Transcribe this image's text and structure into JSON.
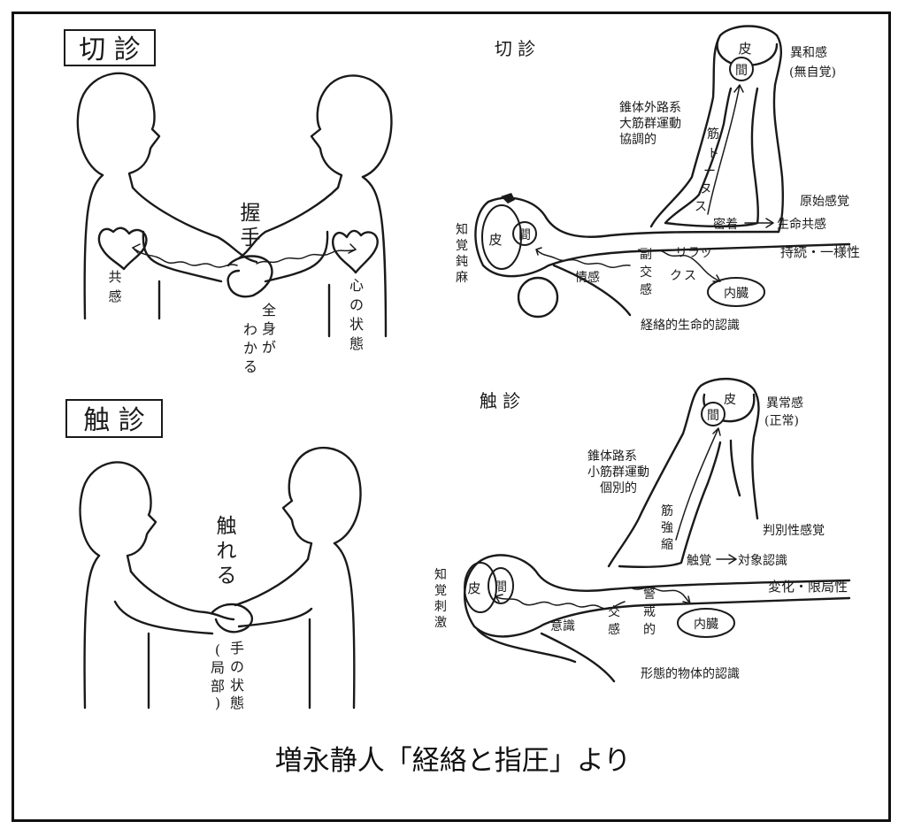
{
  "left_panel": {
    "setsu_box": "切 診",
    "akushu": [
      "握",
      "手"
    ],
    "kyokan": [
      "共",
      "感"
    ],
    "kokoro_no_jotai": [
      "心",
      "の",
      "状",
      "態"
    ],
    "zenshin_ga_wakaru_col1": [
      "全",
      "身",
      "が"
    ],
    "zenshin_ga_wakaru_col2": [
      "わ",
      "か",
      "る"
    ],
    "shoku_box": "触 診",
    "fureru": [
      "触",
      "れ",
      "る"
    ],
    "te_no_jotai": [
      "手",
      "の",
      "状",
      "態"
    ],
    "kyokubu": [
      "(",
      "局",
      "部",
      ")"
    ]
  },
  "top_diagram": {
    "title": "切 診",
    "hi": "皮",
    "kan": "間",
    "iwakan": "異和感",
    "mujikaku": "(無自覚)",
    "pathway_lines": [
      "錐体外路系",
      "大筋群運動",
      "協調的"
    ],
    "kin_tonus": [
      "筋",
      "ト",
      "ー",
      "ヌ",
      "ス"
    ],
    "genshi_kankaku": "原始感覚",
    "mitchaku": "密着",
    "seimei_kyokan": "生命共感",
    "jizoku": "持続・一様性",
    "chikaku_donma": [
      "知",
      "覚",
      "鈍",
      "麻"
    ],
    "jokan": "情感",
    "fukukokan": [
      "副",
      "交",
      "感"
    ],
    "relax_col1": [
      "リ",
      "ラ",
      "ッ"
    ],
    "relax_col2": [
      "ク",
      "ス"
    ],
    "naizo": "内臓",
    "keiraku_seimei": "経絡的生命的認識"
  },
  "bottom_diagram": {
    "title": "触 診",
    "hi": "皮",
    "kan": "間",
    "ijokan": "異常感",
    "seijo": "(正常)",
    "pathway_lines": [
      "錐体路系",
      "小筋群運動",
      "個別的"
    ],
    "kin_kyoshuku": [
      "筋",
      "強",
      "縮"
    ],
    "hanbetsu": "判別性感覚",
    "shokkaku": "触覚",
    "taisho_ninshiki": "対象認識",
    "henka": "変化・限局性",
    "chikaku_shigeki": [
      "知",
      "覚",
      "刺",
      "激"
    ],
    "ishiki": "意識",
    "kokan": [
      "交",
      "感"
    ],
    "keikaiteki": [
      "警",
      "戒",
      "的"
    ],
    "naizo": "内臓",
    "keitai_butsutai": "形態的物体的認識"
  },
  "caption": "増永静人「経絡と指圧」より"
}
